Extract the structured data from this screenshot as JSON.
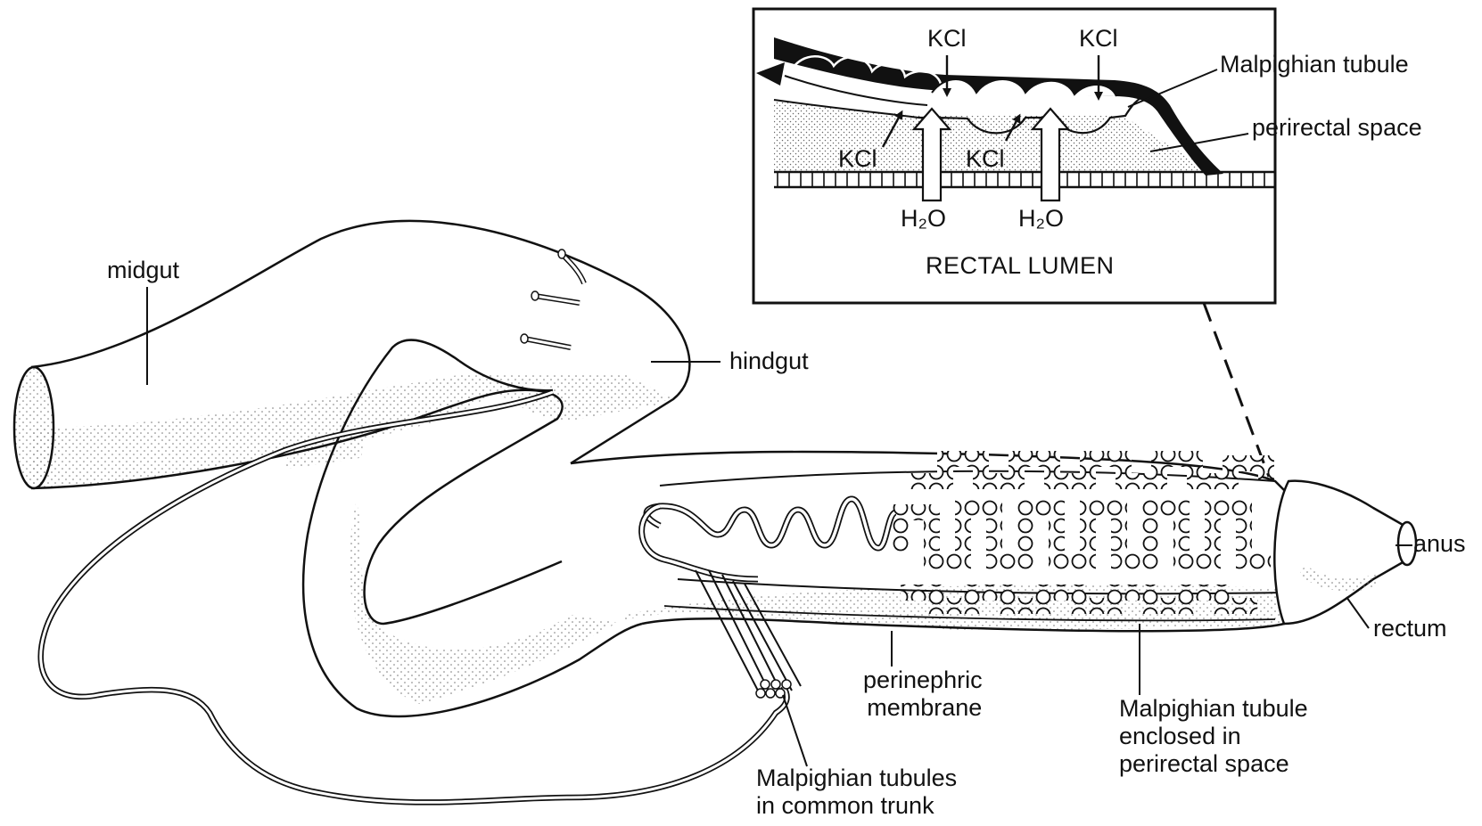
{
  "labels": {
    "midgut": "midgut",
    "hindgut": "hindgut",
    "anus": "anus",
    "rectum": "rectum",
    "perinephric_membrane": [
      "perinephric",
      "membrane"
    ],
    "malpighian_common_trunk": [
      "Malpighian tubules",
      "in common trunk"
    ],
    "malpighian_enclosed": [
      "Malpighian tubule",
      "enclosed in",
      "perirectal space"
    ]
  },
  "inset": {
    "kcl_top_1": "KCl",
    "kcl_top_2": "KCl",
    "kcl_mid_1": "KCl",
    "kcl_mid_2": "KCl",
    "h2o_1": "H₂O",
    "h2o_2": "H₂O",
    "rectal_lumen": "RECTAL LUMEN",
    "malpighian_tubule": "Malpighian tubule",
    "perirectal_space": "perirectal space"
  },
  "colors": {
    "ink": "#111111",
    "paper": "#ffffff",
    "stipple": "#777777"
  }
}
